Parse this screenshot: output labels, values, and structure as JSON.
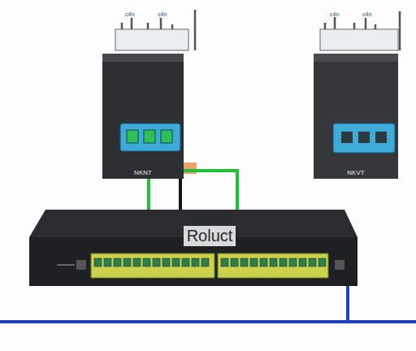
{
  "diagram": {
    "nodes": [
      {
        "text": [
          "NKNT"
        ]
      },
      {
        "text": [
          "NKVT"
        ]
      },
      {
        "text": [
          "Roluct"
        ]
      }
    ],
    "edges": [
      {
        "from": 0,
        "to": 2,
        "arrow": "none"
      },
      {
        "from": 0,
        "to": 2,
        "arrow": "none"
      },
      {
        "from": 0,
        "to": 2,
        "arrow": "none"
      }
    ],
    "labels": [
      "c4n",
      "c4n",
      "c4n",
      "c4n"
    ]
  }
}
